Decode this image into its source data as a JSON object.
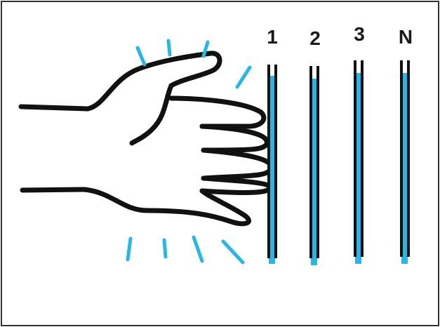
{
  "tubes": [
    {
      "label": "1"
    },
    {
      "label": "2"
    },
    {
      "label": "3"
    },
    {
      "label": "N"
    }
  ],
  "colors": {
    "outline": "#111111",
    "liquid": "#29b6e6",
    "frame": "#333333",
    "background": "#ffffff"
  }
}
